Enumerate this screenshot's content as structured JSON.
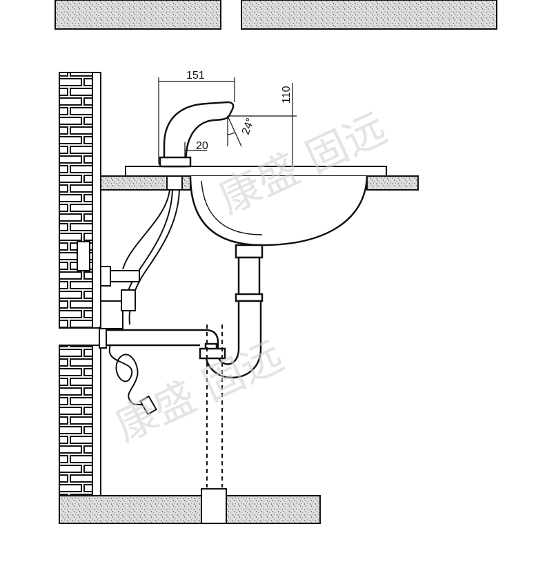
{
  "dimensions": {
    "spout_reach": "151",
    "height_above_basin": "110",
    "spout_angle": "24°",
    "spout_offset": "20"
  },
  "watermark": {
    "text": "康盛 固远",
    "color": "#c8c8c8"
  },
  "colors": {
    "line": "#111111",
    "concrete_fill": "#d9d9d9",
    "brick_fill": "#ffffff"
  }
}
